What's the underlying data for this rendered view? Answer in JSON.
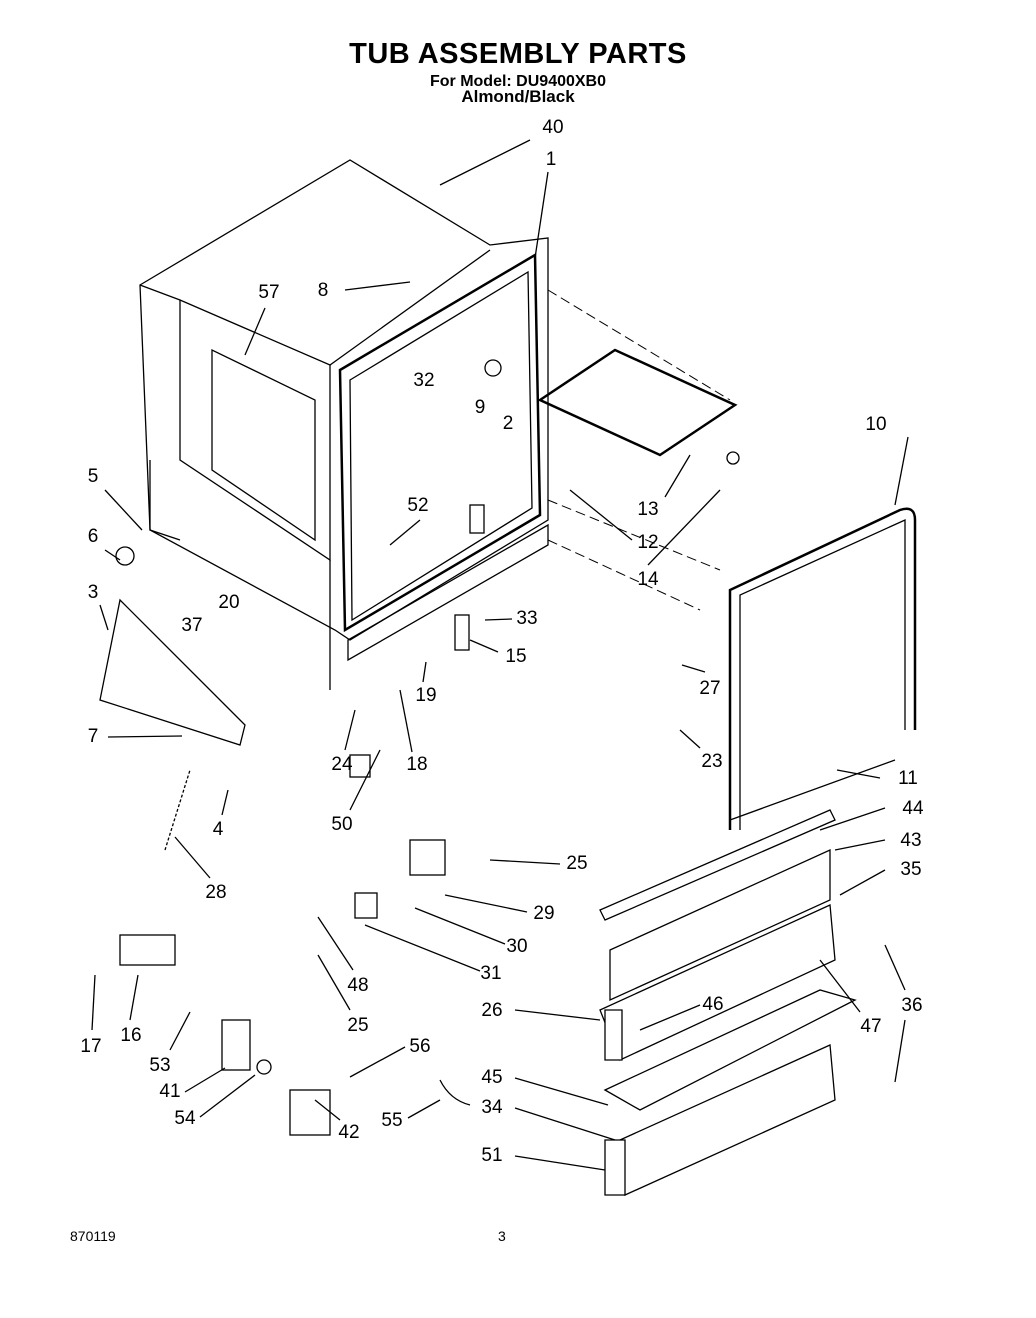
{
  "header": {
    "title": "TUB ASSEMBLY PARTS",
    "model_line": "For Model: DU9400XB0",
    "color_line": "Almond/Black"
  },
  "callouts": [
    "40",
    "1",
    "8",
    "57",
    "32",
    "9",
    "2",
    "10",
    "5",
    "13",
    "12",
    "6",
    "52",
    "3",
    "20",
    "37",
    "33",
    "15",
    "14",
    "27",
    "19",
    "7",
    "24",
    "18",
    "23",
    "50",
    "4",
    "11",
    "44",
    "43",
    "35",
    "25",
    "28",
    "29",
    "30",
    "31",
    "48",
    "17",
    "16",
    "53",
    "25",
    "36",
    "46",
    "47",
    "26",
    "56",
    "41",
    "54",
    "45",
    "42",
    "55",
    "34",
    "51"
  ],
  "footer": {
    "code": "870119",
    "page": "3"
  }
}
